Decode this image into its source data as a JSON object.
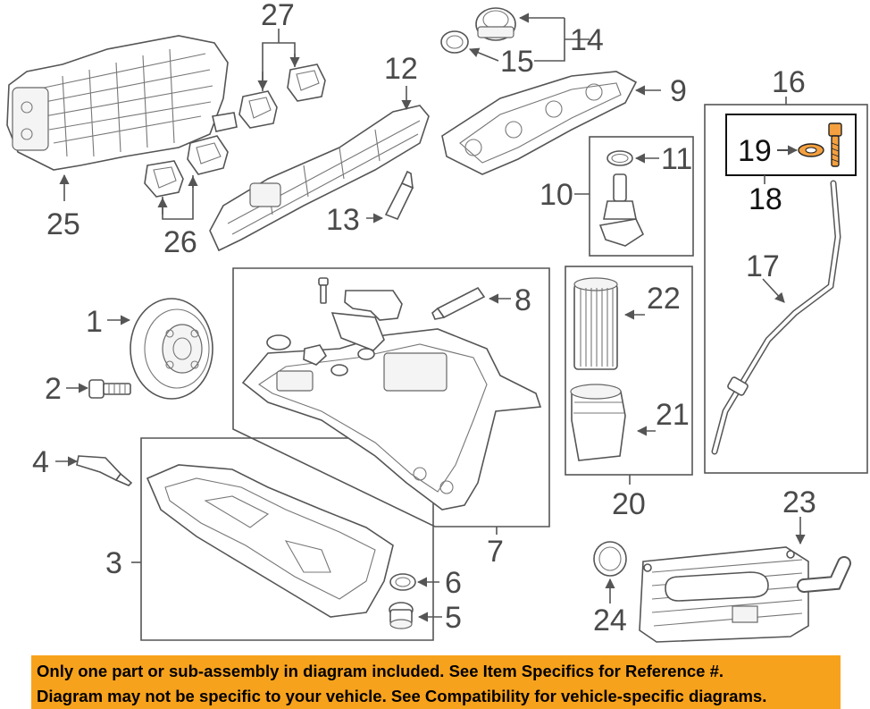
{
  "callouts": {
    "c1": "1",
    "c2": "2",
    "c3": "3",
    "c4": "4",
    "c5": "5",
    "c6": "6",
    "c7": "7",
    "c8": "8",
    "c9": "9",
    "c10": "10",
    "c11": "11",
    "c12": "12",
    "c13": "13",
    "c14": "14",
    "c15": "15",
    "c16": "16",
    "c17": "17",
    "c18": "18",
    "c19": "19",
    "c20": "20",
    "c21": "21",
    "c22": "22",
    "c23": "23",
    "c24": "24",
    "c25": "25",
    "c26": "26",
    "c27": "27"
  },
  "highlighted_parts": [
    "18",
    "19"
  ],
  "notice": {
    "line1": "Only one part or sub-assembly in diagram included. See Item Specifics for Reference #.",
    "line2": "Diagram may not be specific to your vehicle. See Compatibility for vehicle-specific diagrams.",
    "background": "#f7a21c"
  }
}
